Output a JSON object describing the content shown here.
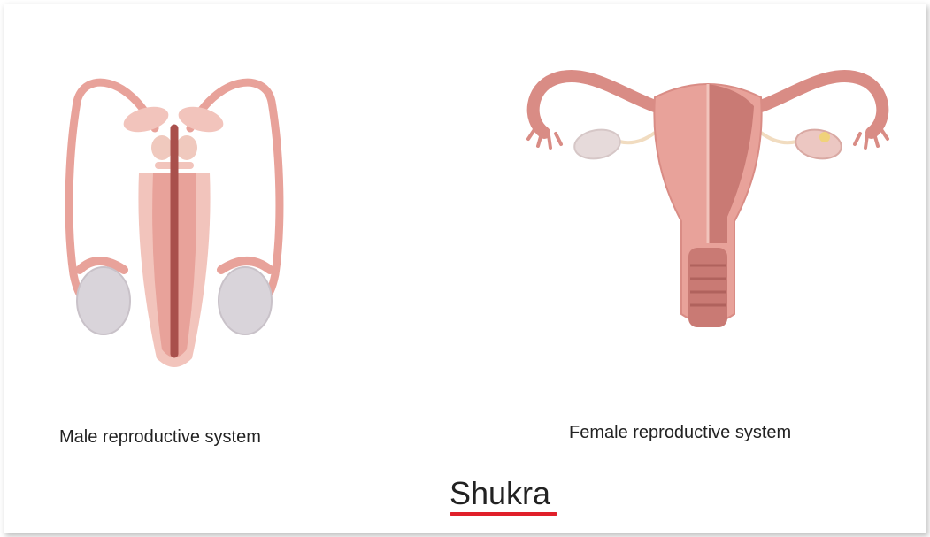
{
  "labels": {
    "male": "Male reproductive system",
    "female": "Female reproductive system"
  },
  "title": "Shukra",
  "colors": {
    "tissue": "#e8a29a",
    "tissue_dark": "#c97a74",
    "tissue_light": "#f2c4bc",
    "testis": "#d9d4da",
    "ovary": "#e6dada",
    "underline": "#e0202a"
  }
}
